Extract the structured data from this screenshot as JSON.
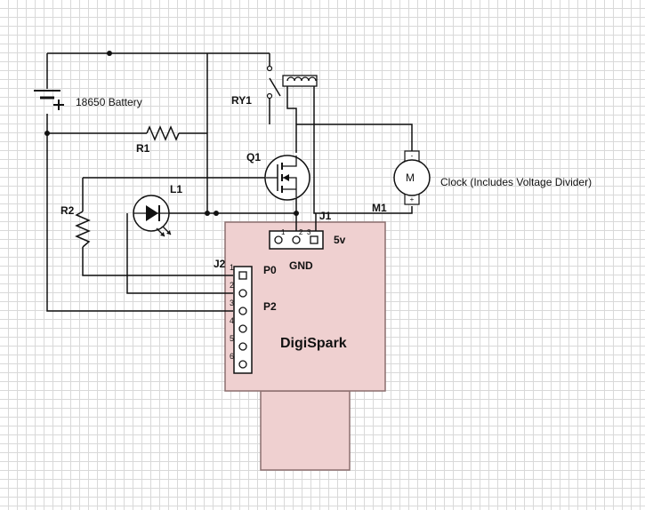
{
  "labels": {
    "battery": "18650 Battery",
    "r1": "R1",
    "r2": "R2",
    "ry1": "RY1",
    "q1": "Q1",
    "l1": "L1",
    "m1": "M1",
    "motor_symbol": "M",
    "motor_desc": "Clock (Includes Voltage Divider)",
    "j1": "J1",
    "j2": "J2",
    "p0": "P0",
    "p2": "P2",
    "gnd": "GND",
    "v5": "5v",
    "board": "DigiSpark",
    "j2_pins": [
      "1",
      "2",
      "3",
      "4",
      "5",
      "6"
    ],
    "j1_pins": [
      "1",
      "2",
      "3"
    ]
  },
  "colors": {
    "board_fill": "#efd0d0",
    "board_stroke": "#8c6f6f",
    "wire": "#111111",
    "grid": "#d9d9d9"
  }
}
